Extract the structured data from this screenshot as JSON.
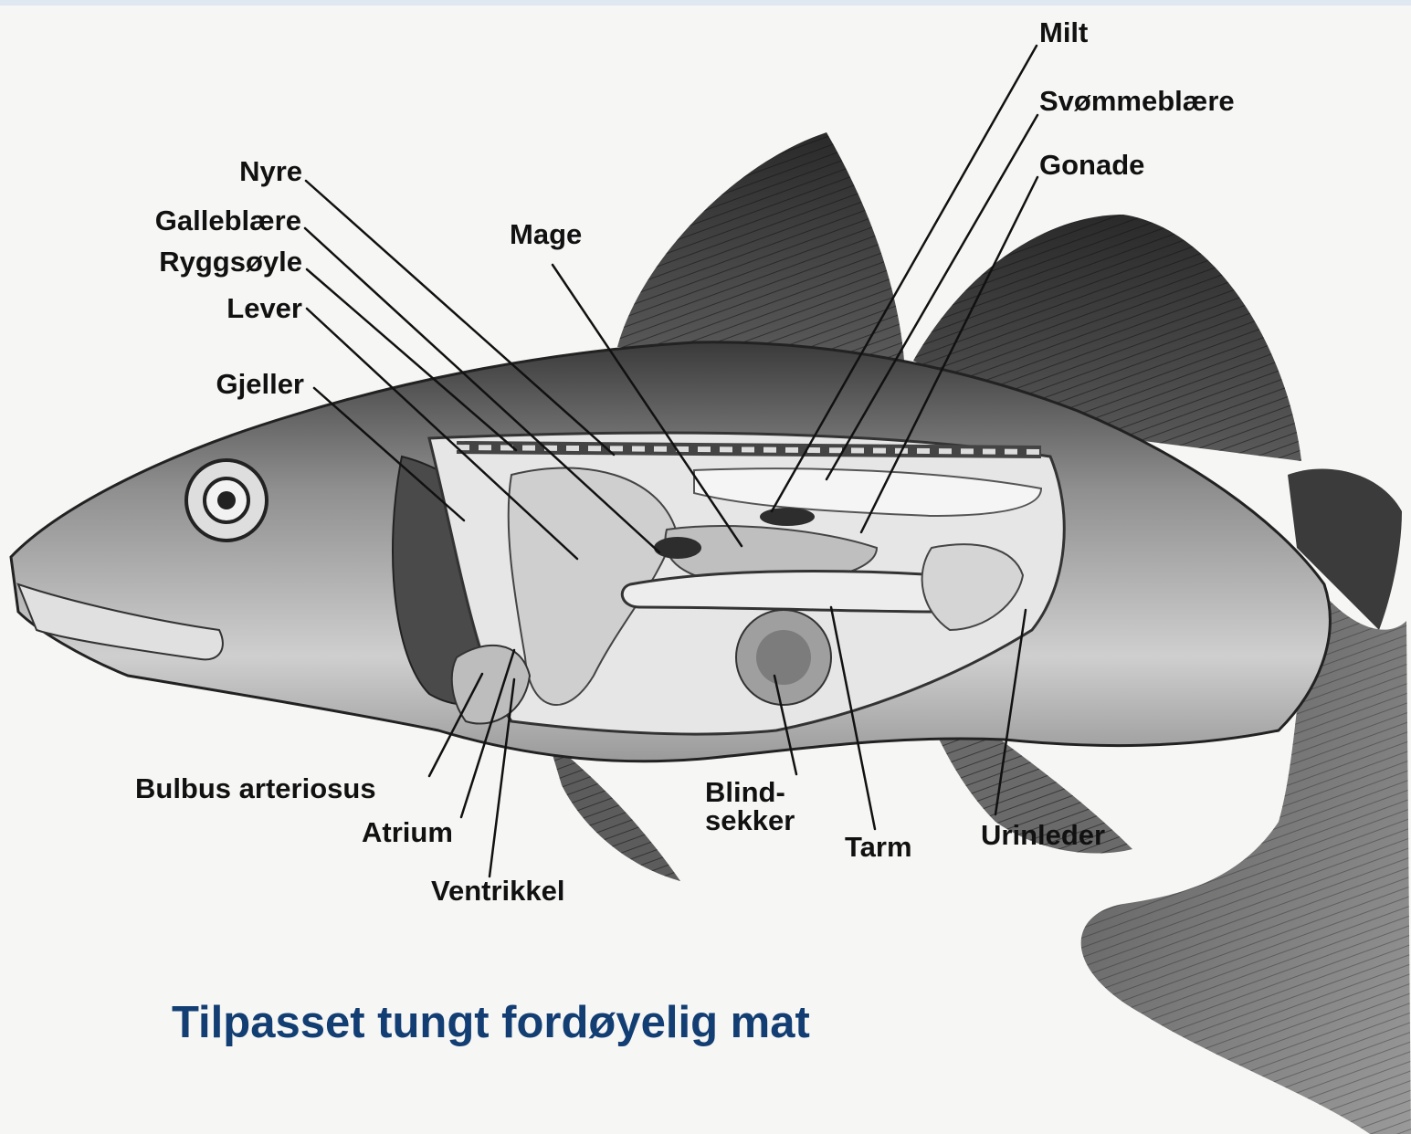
{
  "labels": {
    "milt": "Milt",
    "svommeblaere": "Svømmeblære",
    "gonade": "Gonade",
    "nyre": "Nyre",
    "galleblaere": "Galleblære",
    "ryggsoyle": "Ryggsøyle",
    "mage": "Mage",
    "lever": "Lever",
    "gjeller": "Gjeller",
    "bulbus_arteriosus": "Bulbus arteriosus",
    "atrium": "Atrium",
    "ventrikkel": "Ventrikkel",
    "blindsekker_line1": "Blind-",
    "blindsekker_line2": "sekker",
    "tarm": "Tarm",
    "urinleder": "Urinleder"
  },
  "caption": "Tilpasset tungt fordøyelig mat",
  "colors": {
    "caption": "#123e73",
    "label": "#111111",
    "fish_dark": "#2b2b2b",
    "fish_mid": "#8a8a8a",
    "fish_light": "#d9d9d9"
  }
}
